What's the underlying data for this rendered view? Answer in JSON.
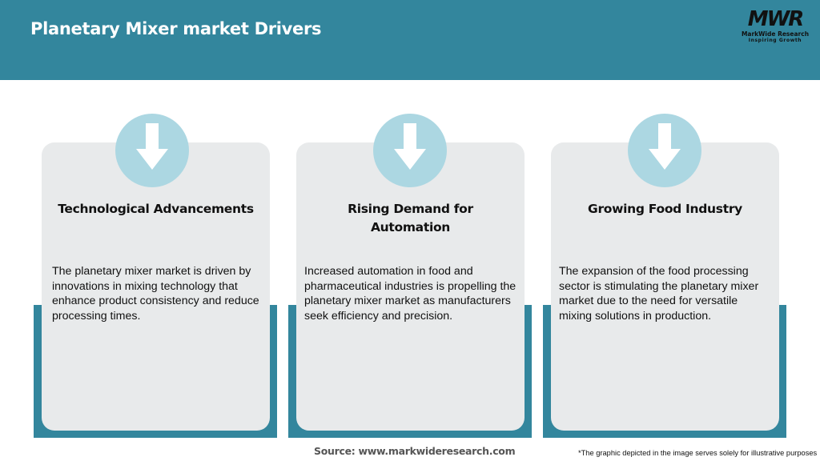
{
  "header": {
    "title": "Planetary Mixer market Drivers",
    "logo": {
      "mark": "MWR",
      "name": "MarkWide Research",
      "tagline": "Inspiring Growth"
    }
  },
  "colors": {
    "teal": "#33869d",
    "card_bg": "#e8eaeb",
    "icon_circle": "#acd7e2",
    "arrow": "#ffffff"
  },
  "cards": [
    {
      "icon": "arrow-down-icon",
      "title": "Technological Advancements",
      "text": "The planetary mixer market is driven by innovations in mixing technology that enhance product consistency and reduce processing times."
    },
    {
      "icon": "arrow-down-icon",
      "title": "Rising Demand for Automation",
      "text": "Increased automation in food and pharmaceutical industries is propelling the planetary mixer market as manufacturers seek efficiency and precision."
    },
    {
      "icon": "arrow-down-icon",
      "title": "Growing Food Industry",
      "text": "The expansion of the food processing sector is stimulating the planetary mixer market due to the need for versatile mixing solutions in production."
    }
  ],
  "footer": {
    "source": "Source: www.markwideresearch.com",
    "note": "*The graphic depicted in the image serves solely for illustrative purposes"
  }
}
